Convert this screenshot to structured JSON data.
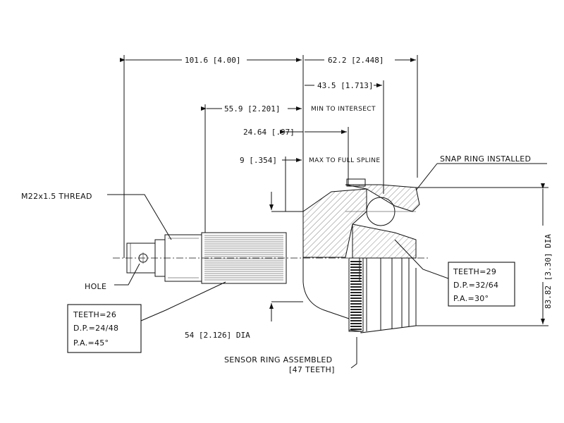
{
  "dimensions": {
    "overall_left": "101.6 [4.00]",
    "overall_right": "62.2 [2.448]",
    "d_43_5": "43.5 [1.713]",
    "d_55_9": "55.9 [2.201]",
    "d_55_9_note": "MIN TO INTERSECT",
    "d_24_64": "24.64 [.97]",
    "d_9": "9 [.354]",
    "d_9_note": "MAX TO FULL SPLINE",
    "shaft_dia": "54 [2.126] DIA",
    "outer_dia": "83.82 [3.30] DIA"
  },
  "labels": {
    "thread": "M22x1.5 THREAD",
    "hole": "HOLE",
    "snap_ring": "SNAP RING INSTALLED",
    "sensor_ring_line1": "SENSOR RING ASSEMBLED",
    "sensor_ring_line2": "[47 TEETH]"
  },
  "spline_left": {
    "teeth": "TEETH=26",
    "dp": "D.P.=24/48",
    "pa": "P.A.=45°"
  },
  "spline_right": {
    "teeth": "TEETH=29",
    "dp": "D.P.=32/64",
    "pa": "P.A.=30°"
  }
}
